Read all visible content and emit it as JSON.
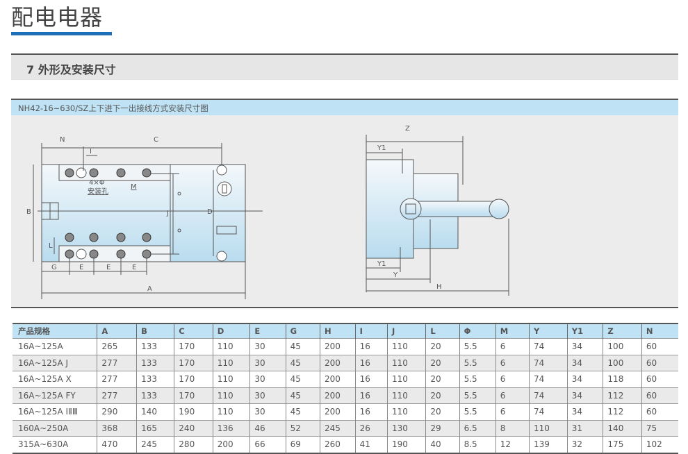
{
  "page_title": "配电电器",
  "section_title": "7 外形及安装尺寸",
  "diagram": {
    "caption": "NH42-16~630/SZ上下进下一出接线方式安装尺寸图",
    "front_labels": {
      "N": "N",
      "C": "C",
      "I": "I",
      "B": "B",
      "J": "J",
      "D": "D",
      "L": "L",
      "G": "G",
      "E": "E",
      "A": "A",
      "phi": "4×Φ",
      "hole": "安装孔",
      "M": "M"
    },
    "side_labels": {
      "Z": "Z",
      "Y1": "Y1",
      "Y": "Y",
      "H": "H"
    }
  },
  "table": {
    "headers": [
      "产品规格",
      "A",
      "B",
      "C",
      "D",
      "E",
      "G",
      "H",
      "I",
      "J",
      "L",
      "Φ",
      "M",
      "Y",
      "Y1",
      "Z",
      "N"
    ],
    "rows": [
      [
        "16A~125A",
        "265",
        "133",
        "170",
        "110",
        "30",
        "45",
        "200",
        "16",
        "110",
        "20",
        "5.5",
        "6",
        "74",
        "34",
        "100",
        "60"
      ],
      [
        "16A~125A J",
        "277",
        "133",
        "170",
        "110",
        "30",
        "45",
        "200",
        "16",
        "110",
        "20",
        "5.5",
        "6",
        "74",
        "34",
        "100",
        "60"
      ],
      [
        "16A~125A X",
        "277",
        "133",
        "170",
        "110",
        "30",
        "45",
        "200",
        "16",
        "110",
        "20",
        "5.5",
        "6",
        "74",
        "34",
        "118",
        "60"
      ],
      [
        "16A~125A FY",
        "277",
        "133",
        "170",
        "110",
        "30",
        "45",
        "200",
        "16",
        "110",
        "20",
        "5.5",
        "6",
        "74",
        "34",
        "112",
        "60"
      ],
      [
        "16A~125A ⅠⅡⅢ",
        "290",
        "140",
        "190",
        "110",
        "30",
        "45",
        "200",
        "16",
        "110",
        "20",
        "5.5",
        "6",
        "74",
        "34",
        "112",
        "60"
      ],
      [
        "160A~250A",
        "368",
        "165",
        "240",
        "136",
        "46",
        "52",
        "245",
        "26",
        "130",
        "29",
        "6.5",
        "8",
        "110",
        "31",
        "140",
        "75"
      ],
      [
        "315A~630A",
        "470",
        "245",
        "280",
        "200",
        "66",
        "69",
        "260",
        "41",
        "190",
        "40",
        "8.5",
        "12",
        "139",
        "32",
        "175",
        "102"
      ]
    ]
  },
  "colors": {
    "accent": "#1e6fb8",
    "header_bg": "#bfe3f5"
  }
}
